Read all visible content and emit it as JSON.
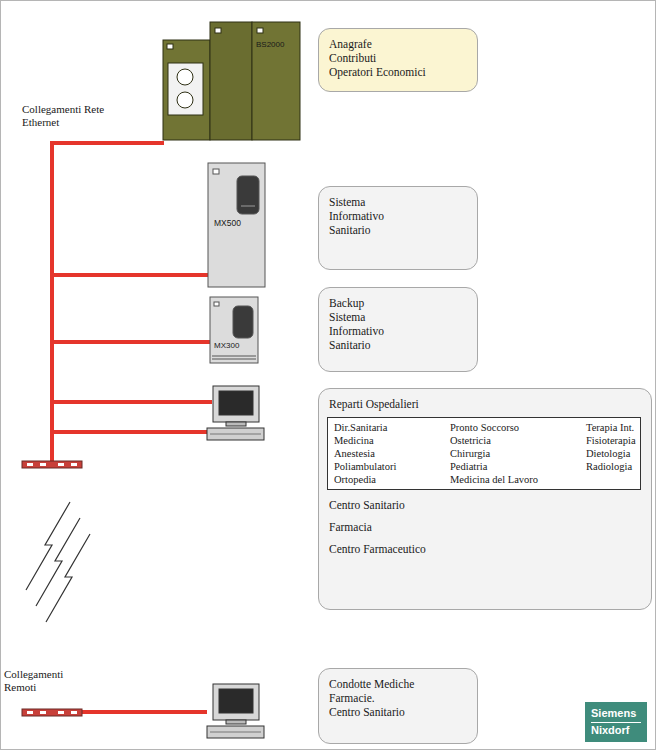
{
  "diagram": {
    "nodes": [
      {
        "text": [
          "Anagrafe",
          "Contributi",
          "Operatori Economici"
        ]
      },
      {
        "text": [
          "Sistema Informativo Sanitario"
        ]
      },
      {
        "text": [
          "Backup Sistema Informativo Sanitario"
        ]
      },
      {
        "text": [
          "Reparti Ospedalieri",
          "Centro Sanitario",
          "Farmacia",
          "Centro Farmaceutico"
        ]
      },
      {
        "text": [
          "Dir.Sanitaria",
          "Medicina",
          "Anestesia",
          "Poliambulatori",
          "Ortopedia",
          "Pronto Soccorso",
          "Ostetricia",
          "Chirurgia",
          "Pediatria",
          "Medicina del Lavoro",
          "Terapia Int.",
          "Fisioterapia",
          "Dietologia",
          "Radiologia"
        ],
        "in": 3
      },
      {
        "text": [
          "Condotte Mediche",
          "Farmacie.",
          "Centro Sanitario"
        ]
      },
      {
        "text": [
          "Siemens",
          "Nixdorf"
        ]
      }
    ],
    "labels": [
      "Collegamenti Rete Ethernet",
      "BS2000",
      "MX500",
      "MX300",
      "Collegamenti Remoti"
    ]
  }
}
